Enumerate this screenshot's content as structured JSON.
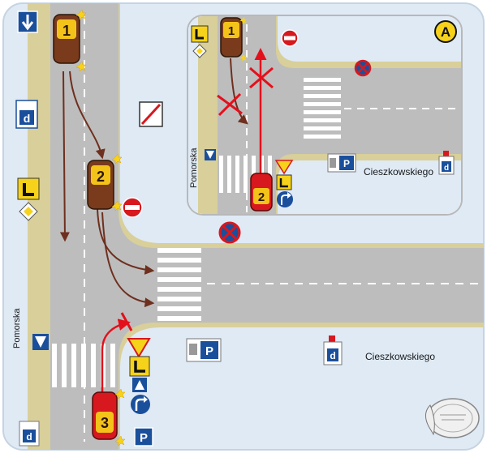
{
  "panel_badge": "A",
  "streets": {
    "vertical": "Pomorska",
    "horizontal": "Cieszkowskiego"
  },
  "cars": [
    {
      "id": "1",
      "color": "#7a3a1c"
    },
    {
      "id": "2",
      "color": "#7a3a1c"
    },
    {
      "id": "3",
      "color": "#d7181e"
    }
  ],
  "inset_cars": [
    {
      "id": "1",
      "color": "#7a3a1c"
    },
    {
      "id": "2",
      "color": "#d7181e"
    }
  ],
  "colors": {
    "background": "#dfeaf5",
    "road": "#bfbfbf",
    "curb": "#d8cf9a",
    "arrow_brown": "#6e2f1e",
    "arrow_red": "#e3101c",
    "sign_blue": "#1a4f9c",
    "sign_red": "#d7181e",
    "priority_yellow": "#f6d31a"
  }
}
